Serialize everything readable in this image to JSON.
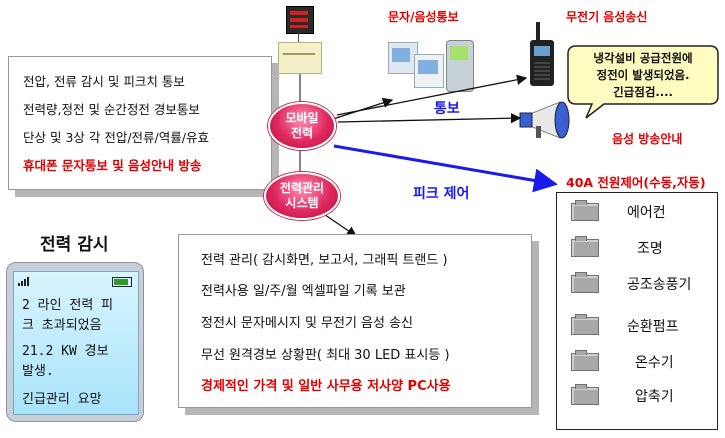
{
  "top_labels": {
    "sms_voice": "문자/음성통보",
    "radio_voice": "무전기 음성송신",
    "broadcast": "음성 방송안내"
  },
  "speech_bubble": {
    "lines": [
      "냉각설비 공급전원에",
      "정전이 발생되었음.",
      "긴급점검...."
    ]
  },
  "arrow_labels": {
    "notify": "통보",
    "peak": "피크 제어"
  },
  "left_features": [
    "전압, 전류 감시 및 피크치 통보",
    "전력량,정전 및 순간정전 경보통보",
    "단상 및 3상 각 전압/전류/역률/유효"
  ],
  "left_features_highlight": "휴대폰 문자통보 및 음성안내 방송",
  "nodes": {
    "mobile_power": "모바일\n전력",
    "power_mgmt": "전력관리\n시스템"
  },
  "power_monitor": {
    "title": "전력 감시",
    "lcd_lines": [
      "2 라인 전력 피",
      "크 초과되었음",
      "21.2 KW 경보",
      "발생.",
      "긴급관리 요망"
    ]
  },
  "system_functions": [
    "전력 관리( 감시화면, 보고서, 그래픽 트랜드 )",
    "전력사용 일/주/월 엑셀파일 기록 보관",
    "정전시 문자메시지 및 무전기 음성 송신",
    "무선 원격경보 상황판( 최대 30 LED 표시등 )"
  ],
  "system_functions_highlight": "경제적인 가격 및 일반 사무용 저사양 PC사용",
  "power_control": {
    "title": "40A 전원제어(수동,자동)",
    "devices": [
      "에어컨",
      "조명",
      "공조송풍기",
      "순환펌프",
      "온수기",
      "압축기"
    ]
  },
  "colors": {
    "accent_red": "#e00000",
    "arrow_blue": "#1a1aee",
    "pill_pink": "#e0285f"
  }
}
